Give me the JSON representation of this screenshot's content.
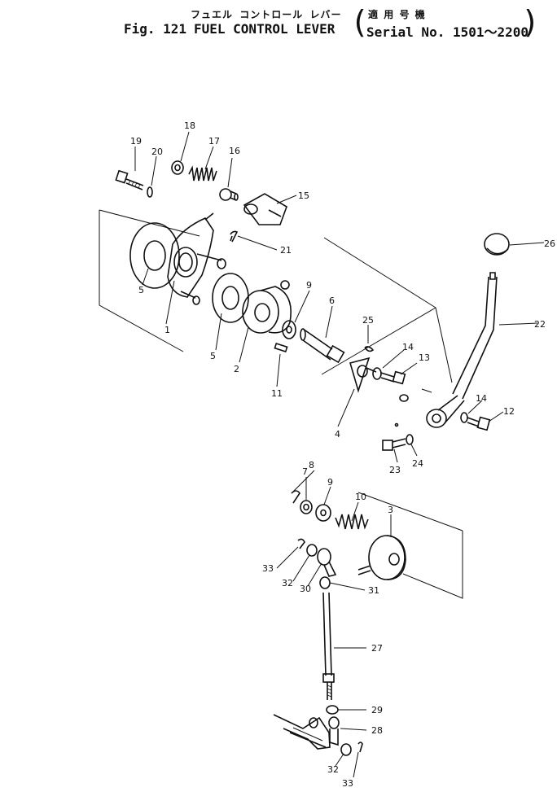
{
  "header": {
    "fig": "Fig. 121",
    "title_jp": "フュエル コントロール レバー",
    "title_en": "FUEL CONTROL LEVER",
    "applicable_jp": "適 用 号 機",
    "serial": "Serial No. 1501～2200",
    "paren_open": "(",
    "paren_close": ")"
  },
  "callouts": [
    "1",
    "2",
    "3",
    "4",
    "5",
    "5",
    "6",
    "7",
    "8",
    "9",
    "9",
    "10",
    "11",
    "12",
    "13",
    "14",
    "14",
    "15",
    "16",
    "17",
    "18",
    "19",
    "20",
    "21",
    "22",
    "23",
    "24",
    "25",
    "26",
    "27",
    "28",
    "29",
    "30",
    "31",
    "32",
    "32",
    "33",
    "33"
  ]
}
